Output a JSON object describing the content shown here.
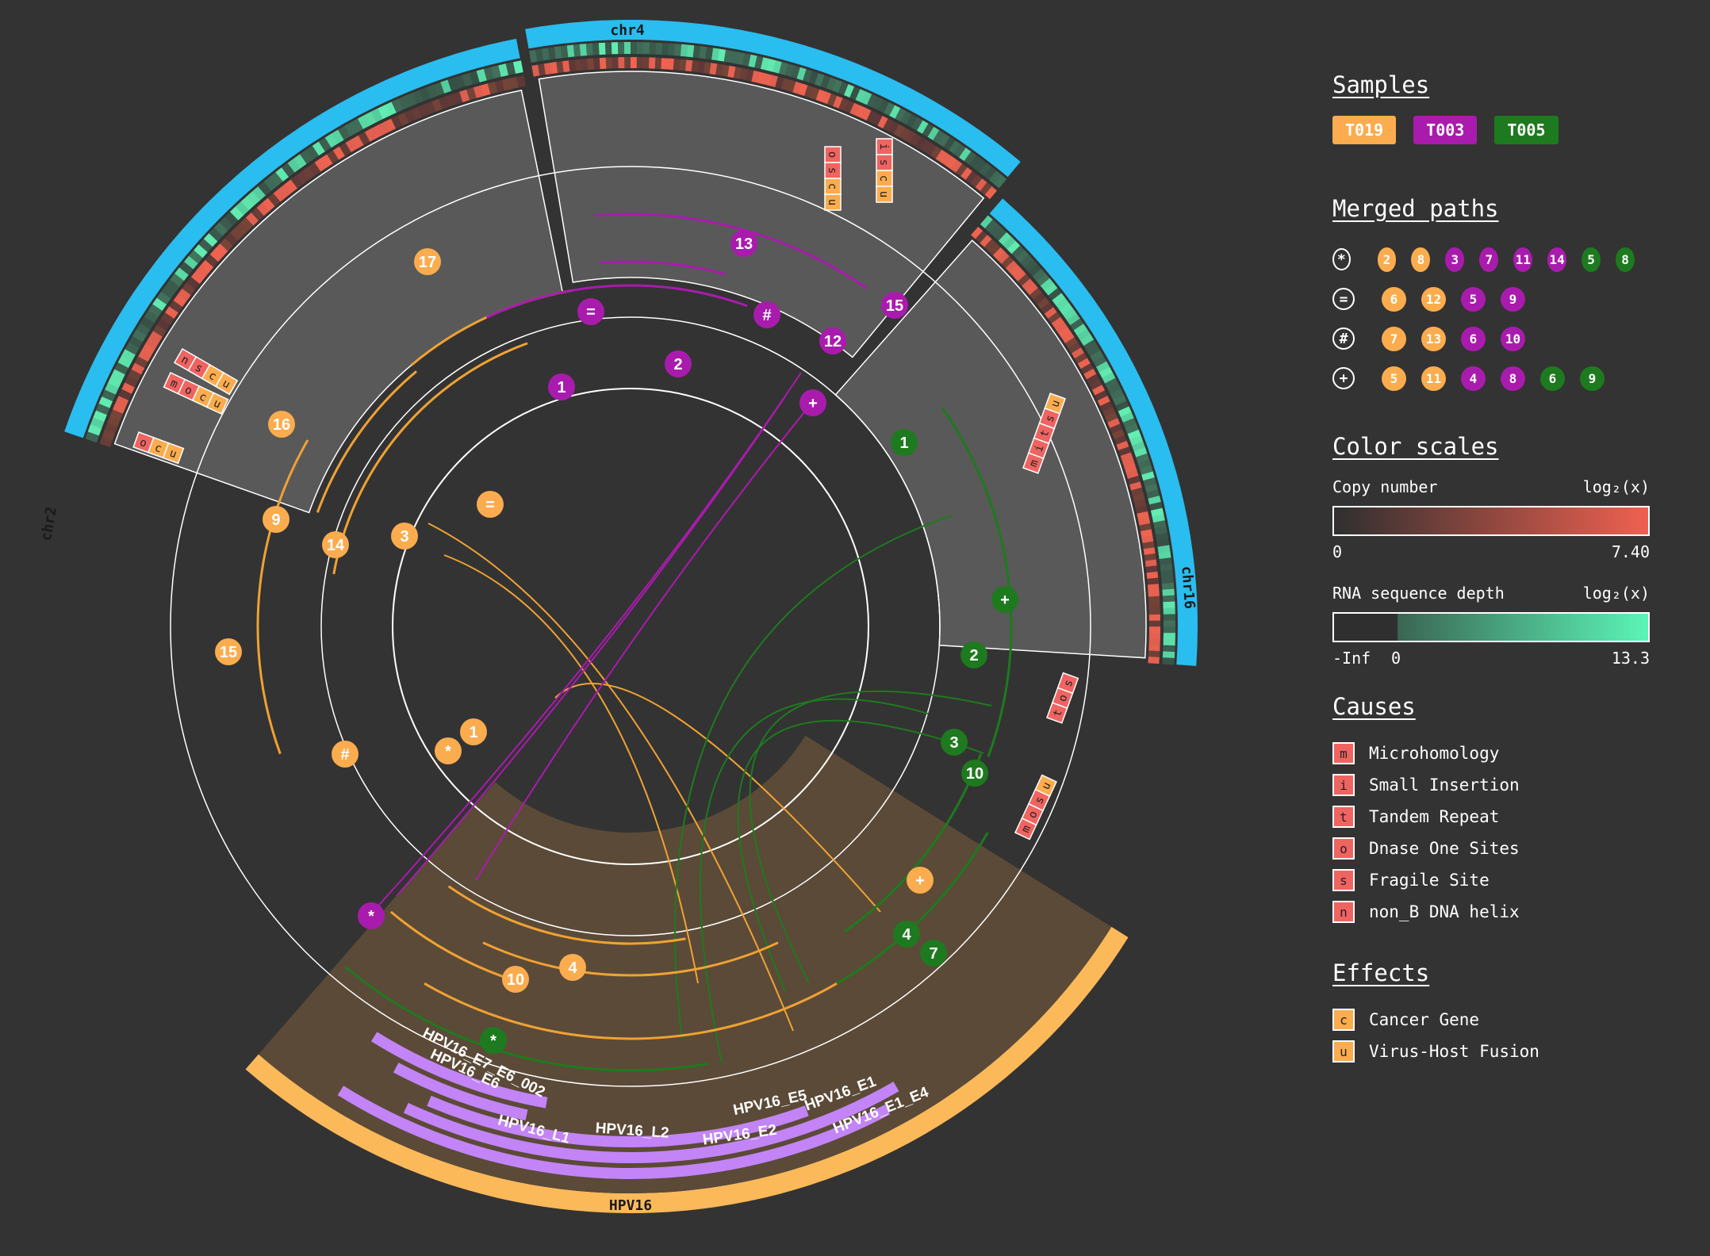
{
  "chromosomes": {
    "chr4": "chr4",
    "chr2": "chr2",
    "chr16": "chr16",
    "hpv": "HPV16"
  },
  "legend": {
    "samples_title": "Samples",
    "samples": [
      {
        "label": "T019",
        "color": "#fbac4e"
      },
      {
        "label": "T003",
        "color": "#a91bad"
      },
      {
        "label": "T005",
        "color": "#1e7a1e"
      }
    ],
    "merged_title": "Merged paths",
    "merged": [
      {
        "symbol": "*",
        "paths": [
          {
            "n": "2",
            "s": "T019"
          },
          {
            "n": "8",
            "s": "T019"
          },
          {
            "n": "3",
            "s": "T003"
          },
          {
            "n": "7",
            "s": "T003"
          },
          {
            "n": "11",
            "s": "T003"
          },
          {
            "n": "14",
            "s": "T003"
          },
          {
            "n": "5",
            "s": "T005"
          },
          {
            "n": "8",
            "s": "T005"
          }
        ]
      },
      {
        "symbol": "=",
        "paths": [
          {
            "n": "6",
            "s": "T019"
          },
          {
            "n": "12",
            "s": "T019"
          },
          {
            "n": "5",
            "s": "T003"
          },
          {
            "n": "9",
            "s": "T003"
          }
        ]
      },
      {
        "symbol": "#",
        "paths": [
          {
            "n": "7",
            "s": "T019"
          },
          {
            "n": "13",
            "s": "T019"
          },
          {
            "n": "6",
            "s": "T003"
          },
          {
            "n": "10",
            "s": "T003"
          }
        ]
      },
      {
        "symbol": "+",
        "paths": [
          {
            "n": "5",
            "s": "T019"
          },
          {
            "n": "11",
            "s": "T019"
          },
          {
            "n": "4",
            "s": "T003"
          },
          {
            "n": "8",
            "s": "T003"
          },
          {
            "n": "6",
            "s": "T005"
          },
          {
            "n": "9",
            "s": "T005"
          }
        ]
      }
    ],
    "scales_title": "Color scales",
    "copy_number": {
      "label": "Copy number",
      "transform": "log₂(x)",
      "min": "0",
      "max": "7.40"
    },
    "rna_depth": {
      "label": "RNA sequence depth",
      "transform": "log₂(x)",
      "min1": "-Inf",
      "min2": "0",
      "max": "13.3"
    },
    "causes_title": "Causes",
    "causes": [
      {
        "code": "m",
        "label": "Microhomology"
      },
      {
        "code": "i",
        "label": "Small Insertion"
      },
      {
        "code": "t",
        "label": "Tandem Repeat"
      },
      {
        "code": "o",
        "label": "Dnase One Sites"
      },
      {
        "code": "s",
        "label": "Fragile Site"
      },
      {
        "code": "n",
        "label": "non_B DNA helix"
      }
    ],
    "effects_title": "Effects",
    "effects": [
      {
        "code": "c",
        "label": "Cancer Gene"
      },
      {
        "code": "u",
        "label": "Virus-Host Fusion"
      }
    ]
  },
  "genes": [
    "HPV16_E6",
    "HPV16_E7_E6_002",
    "HPV16_L1",
    "HPV16_L2",
    "HPV16_E2",
    "HPV16_E5",
    "HPV16_E1",
    "HPV16_E1_E4"
  ],
  "paths": {
    "T019": [
      "17",
      "16",
      "9",
      "14",
      "3",
      "=",
      "15",
      "#",
      "*",
      "1",
      "10",
      "4",
      "+"
    ],
    "T003": [
      "13",
      "15",
      "=",
      "#",
      "12",
      "2",
      "1",
      "+",
      "*"
    ],
    "T005": [
      "1",
      "+",
      "2",
      "3",
      "10",
      "4",
      "7",
      "*"
    ]
  },
  "boxes": {
    "chr4_a": [
      "o",
      "s",
      "c",
      "u"
    ],
    "chr4_b": [
      "i",
      "s",
      "c",
      "u"
    ],
    "chr2_a": [
      "n",
      "s",
      "c",
      "u"
    ],
    "chr2_b": [
      "o",
      "c",
      "u"
    ],
    "chr2_c": [
      "m",
      "o",
      "c",
      "u"
    ],
    "chr16_a": [
      "m",
      "i",
      "t",
      "s",
      "u"
    ],
    "chr16_b": [
      "t",
      "o",
      "s"
    ],
    "chr16_c": [
      "m",
      "o",
      "s",
      "u"
    ]
  }
}
